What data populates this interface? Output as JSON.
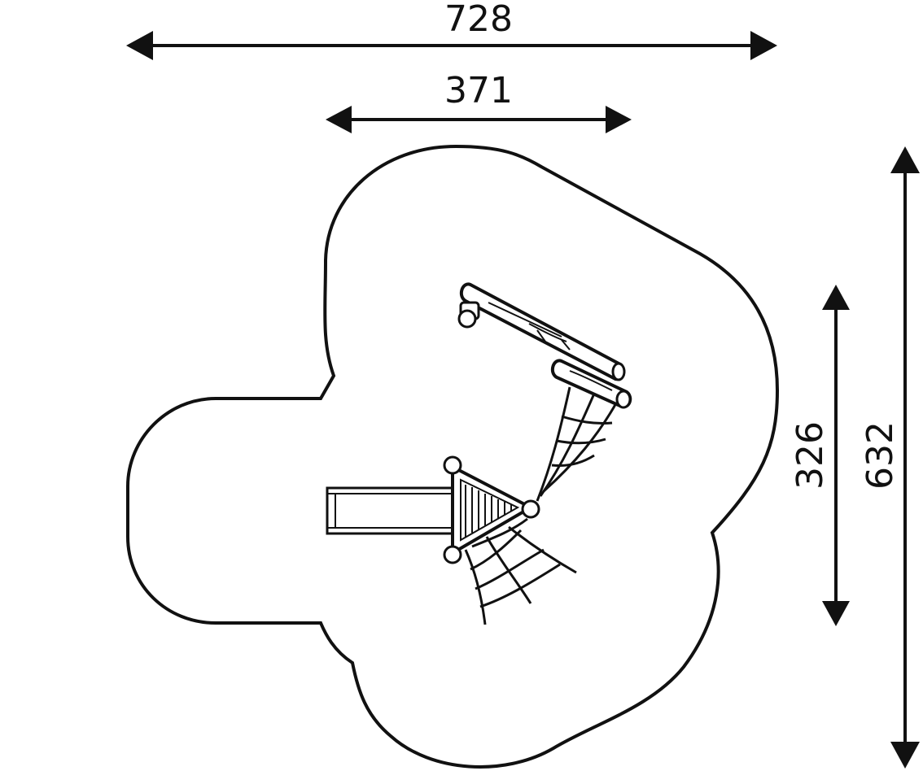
{
  "diagram": {
    "dimensions": {
      "overall_width": "728",
      "platform_width": "371",
      "platform_depth": "326",
      "overall_depth": "632"
    },
    "colors": {
      "ink": "#111111",
      "background": "#ffffff"
    }
  }
}
